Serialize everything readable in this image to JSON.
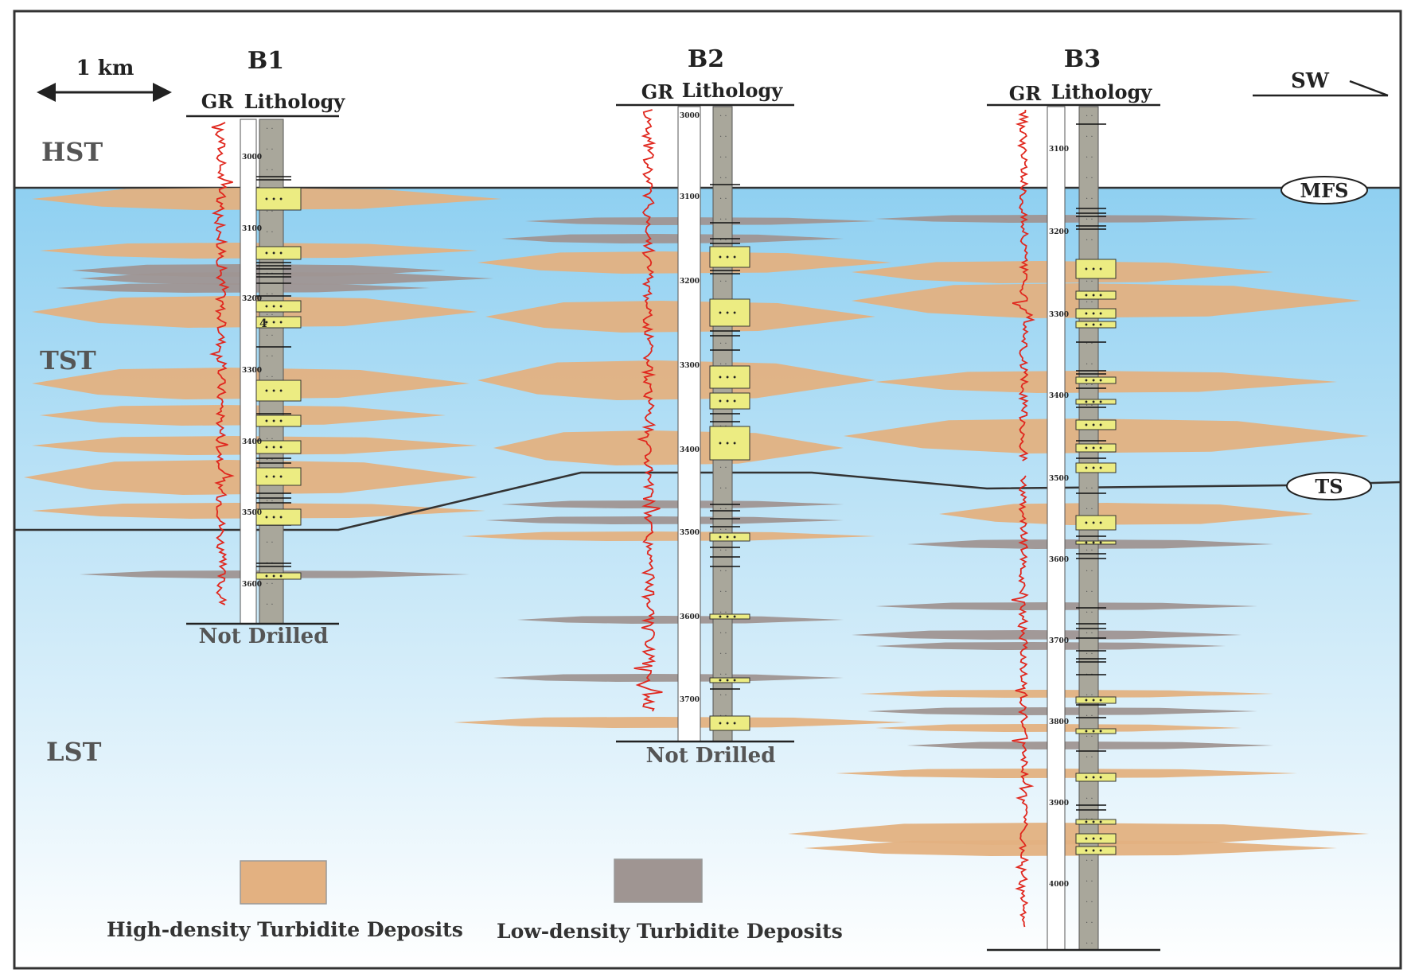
{
  "scale_label": "1 km",
  "direction_label": "SW",
  "zones": {
    "hst": "HST",
    "tst": "TST",
    "lst": "LST"
  },
  "surfaces": {
    "mfs": "MFS",
    "ts": "TS"
  },
  "wells": [
    {
      "name": "B1",
      "gr_label": "GR",
      "lith_label": "Lithology",
      "end_label": "Not Drilled",
      "depth_ticks": [
        "3000",
        "3100",
        "3200",
        "3300",
        "3400",
        "3500",
        "3600"
      ]
    },
    {
      "name": "B2",
      "gr_label": "GR",
      "lith_label": "Lithology",
      "end_label": "Not Drilled",
      "depth_ticks": [
        "3000",
        "3100",
        "3200",
        "3300",
        "3400",
        "3500",
        "3600",
        "3700"
      ]
    },
    {
      "name": "B3",
      "gr_label": "GR",
      "lith_label": "Lithology",
      "end_label": "",
      "depth_ticks": [
        "3100",
        "3200",
        "3300",
        "3400",
        "3500",
        "3600",
        "3700",
        "3800",
        "3900",
        "4000"
      ]
    }
  ],
  "annotation_4": "4",
  "legend": {
    "high": {
      "label": "High-density Turbidite Deposits",
      "color": "#e3b181"
    },
    "low": {
      "label": "Low-density Turbidite Deposits",
      "color": "#9f9592"
    }
  },
  "colors": {
    "sea_top": "#8fd0f1",
    "sea_bottom": "#ffffff",
    "gr_curve": "#e0271e",
    "sand": "#ecec82",
    "lith_column": "#a9a79b"
  }
}
